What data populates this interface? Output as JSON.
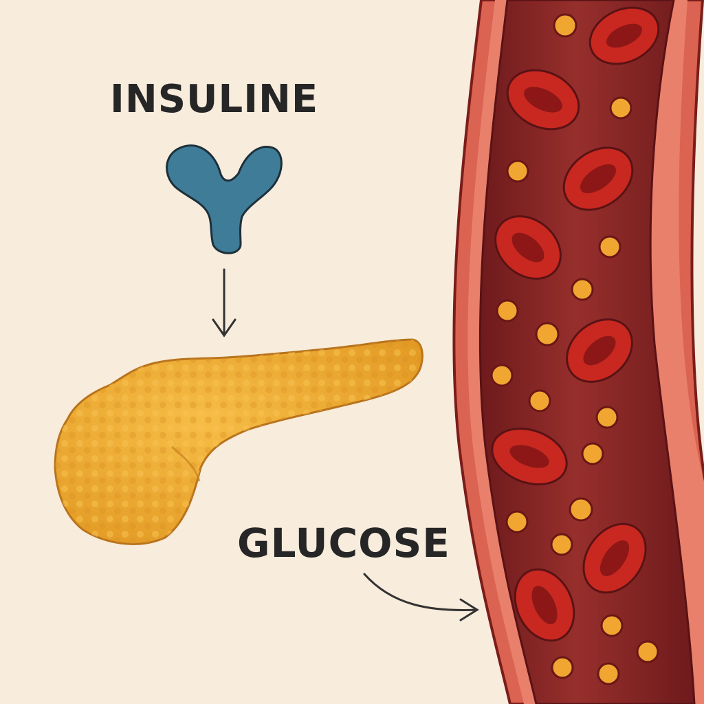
{
  "labels": {
    "insulin": "INSULINE",
    "glucose": "GLUCOSE"
  },
  "icons": {
    "insulin": "insulin-molecule-icon",
    "pancreas": "pancreas-organ",
    "blood_vessel": "blood-vessel"
  },
  "colors": {
    "background": "#f8ecdc",
    "insulin_molecule": "#3f7c98",
    "pancreas": "#f0aa30",
    "pancreas_outline": "#b8731c",
    "vessel_wall": "#db6352",
    "vessel_lumen": "#8b2727",
    "red_blood_cell": "#c82820",
    "glucose_particle": "#f1a631",
    "text": "#262626"
  }
}
